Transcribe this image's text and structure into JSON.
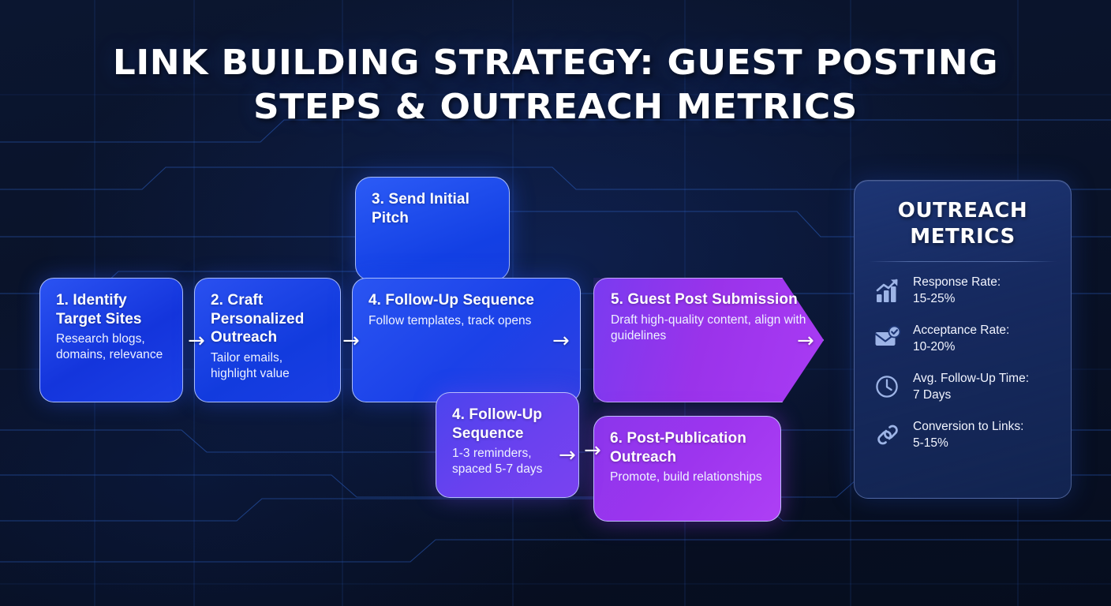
{
  "title": {
    "line1": "LINK BUILDING STRATEGY: GUEST POSTING",
    "line2": "STEPS & OUTREACH METRICS"
  },
  "colors": {
    "background": "#0a1530",
    "blue_card": "#1a3ee0",
    "blue_card_light": "#2b53f2",
    "purple_card": "#9a33ea",
    "purple_card_light": "#ae3ff5",
    "violet_card": "#6a41ef",
    "metrics_panel": "#1c3470",
    "card_border": "#c8d7ff",
    "text_light": "#eef2ff"
  },
  "steps": [
    {
      "id": "step-1",
      "title": "1. Identify Target Sites",
      "desc": "Research blogs, domains, relevance"
    },
    {
      "id": "step-2",
      "title": "2. Craft Personalized Outreach",
      "desc": "Tailor emails, highlight value"
    },
    {
      "id": "step-3",
      "title": "3. Send Initial Pitch",
      "desc": ""
    },
    {
      "id": "step-4a",
      "title": "4. Follow-Up Sequence",
      "desc": "Follow templates, track opens"
    },
    {
      "id": "step-4b",
      "title": "4. Follow-Up Sequence",
      "desc": "1-3 reminders, spaced 5-7 days"
    },
    {
      "id": "step-5",
      "title": "5. Guest Post Submission",
      "desc": "Draft high-quality content, align with guidelines"
    },
    {
      "id": "step-6",
      "title": "6. Post-Publication Outreach",
      "desc": "Promote, build relationships"
    }
  ],
  "arrows": {
    "glyph": "→",
    "names": [
      "arrow-step1-to-step2",
      "arrow-step2-to-step4",
      "arrow-step4-to-step5",
      "arrow-step4b-out",
      "arrow-step4b-to-step6",
      "arrow-step5-to-metrics"
    ]
  },
  "metrics": {
    "heading_line1": "OUTREACH",
    "heading_line2": "METRICS",
    "items": [
      {
        "icon": "bar-chart-growth-icon",
        "label": "Response Rate:",
        "value": "15-25%"
      },
      {
        "icon": "envelope-check-icon",
        "label": "Acceptance Rate:",
        "value": "10-20%"
      },
      {
        "icon": "clock-icon",
        "label": "Avg. Follow-Up Time:",
        "value": "7 Days"
      },
      {
        "icon": "chain-link-icon",
        "label": "Conversion to Links:",
        "value": "5-15%"
      }
    ]
  }
}
